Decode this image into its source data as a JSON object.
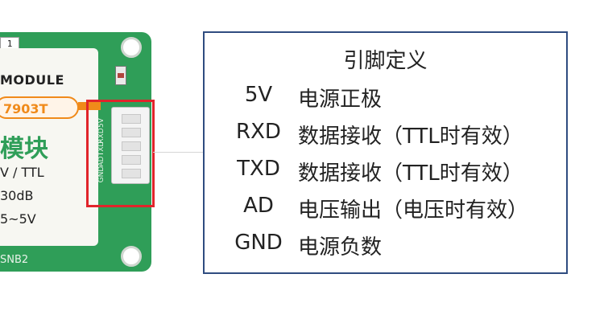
{
  "module": {
    "top_label": "1",
    "title": "MODULE",
    "model": "7903T",
    "name_cn": "模块",
    "spec_lines": [
      "V / TTL",
      "30dB",
      "5~5V"
    ],
    "bottom_label": "SNB2",
    "silk_pins": [
      "GND",
      "AD",
      "TXD",
      "RXD",
      "5V"
    ]
  },
  "pin_table": {
    "title": "引脚定义",
    "rows": [
      {
        "pin": "5V",
        "desc": "电源正极"
      },
      {
        "pin": "RXD",
        "desc": "数据接收（TTL时有效）"
      },
      {
        "pin": "TXD",
        "desc": "数据接收（TTL时有效）"
      },
      {
        "pin": "AD",
        "desc": "电压输出（电压时有效）"
      },
      {
        "pin": "GND",
        "desc": "电源负数"
      }
    ]
  },
  "colors": {
    "pcb": "#2f9e58",
    "panel_border": "#2f4c80",
    "highlight_box": "#e1242b",
    "model_accent": "#f08a1a"
  }
}
